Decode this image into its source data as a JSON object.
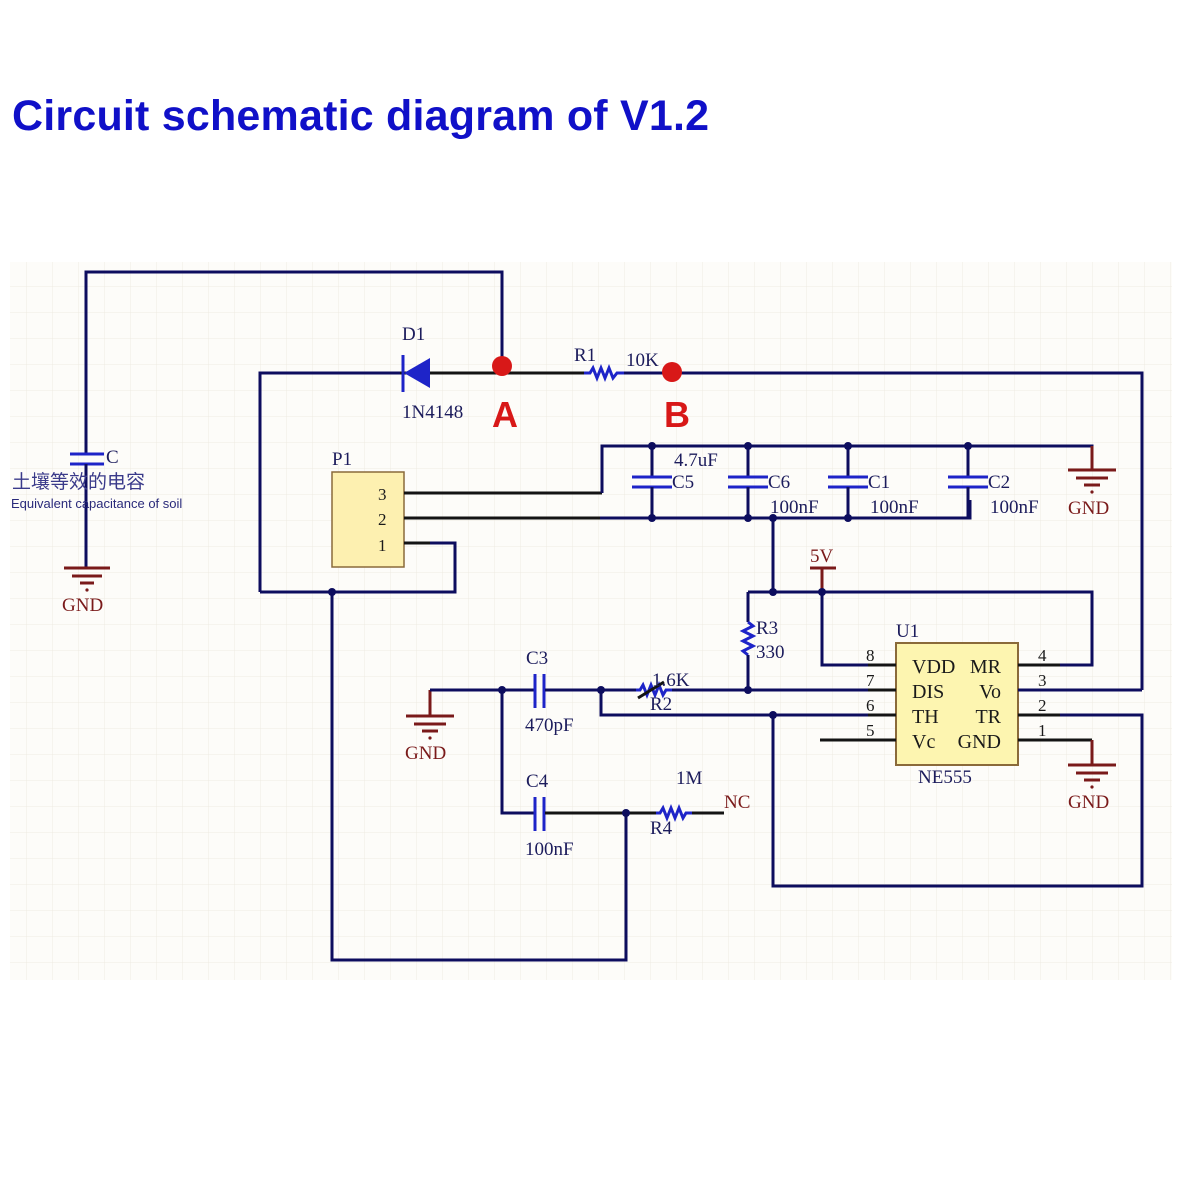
{
  "title": "Circuit schematic diagram of V1.2",
  "soil_capacitor": {
    "designator": "C",
    "label_cn": "土壤等效的电容",
    "label_en": "Equivalent capacitance of soil",
    "ground": "GND"
  },
  "diode": {
    "designator": "D1",
    "part": "1N4148"
  },
  "test_points": {
    "a": "A",
    "b": "B"
  },
  "r1": {
    "designator": "R1",
    "value": "10K"
  },
  "connector": {
    "designator": "P1",
    "pins": [
      "3",
      "2",
      "1"
    ]
  },
  "capacitors_top": [
    {
      "designator": "C5",
      "value": "4.7uF"
    },
    {
      "designator": "C6",
      "value": "100nF"
    },
    {
      "designator": "C1",
      "value": "100nF"
    },
    {
      "designator": "C2",
      "value": "100nF"
    }
  ],
  "ground_labels": {
    "top_right": "GND",
    "left_mid": "GND",
    "ic": "GND"
  },
  "power": "5V",
  "r3": {
    "designator": "R3",
    "value": "330"
  },
  "r2": {
    "designator": "R2",
    "value": "1.6K"
  },
  "r4": {
    "designator": "R4",
    "value": "1M",
    "nc": "NC"
  },
  "c3": {
    "designator": "C3",
    "value": "470pF"
  },
  "c4": {
    "designator": "C4",
    "value": "100nF"
  },
  "ic": {
    "designator": "U1",
    "part": "NE555",
    "left_pins": [
      {
        "num": "8",
        "name": "VDD"
      },
      {
        "num": "7",
        "name": "DIS"
      },
      {
        "num": "6",
        "name": "TH"
      },
      {
        "num": "5",
        "name": "Vc"
      }
    ],
    "right_pins": [
      {
        "num": "4",
        "name": "MR"
      },
      {
        "num": "3",
        "name": "Vo"
      },
      {
        "num": "2",
        "name": "TR"
      },
      {
        "num": "1",
        "name": "GND"
      }
    ]
  },
  "colors": {
    "title": "#1010c8",
    "wire": "#0d0d5e",
    "component": "#1e24c8",
    "ground": "#7a1a1a",
    "marker": "#d81818",
    "ic_fill": "#fdf5b0",
    "grid": "#f0ece4"
  }
}
